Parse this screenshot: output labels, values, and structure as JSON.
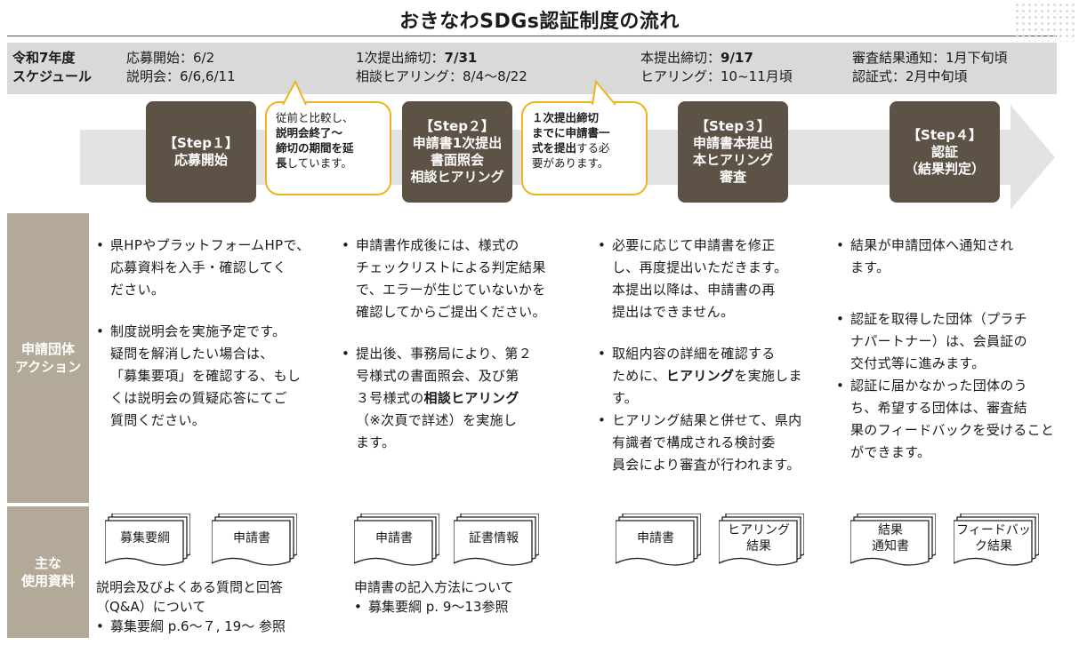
{
  "title": "おきなわSDGs認証制度の流れ",
  "schedule": {
    "label_line1": "令和7年度",
    "label_line2": "スケジュール",
    "col1": {
      "l1_label": "応募開始：",
      "l1_value": "6/2",
      "l2_label": "説明会：",
      "l2_value": "6/6,6/11"
    },
    "col2": {
      "l1_label": "1次提出締切：",
      "l1_value": "7/31",
      "l2_label": "相談ヒアリング：",
      "l2_value": "8/4～8/22"
    },
    "col3": {
      "l1_label": "本提出締切：",
      "l1_value": "9/17",
      "l2_label": "ヒアリング：",
      "l2_value": "10~11月頃"
    },
    "col4": {
      "l1_label": "審査結果通知：",
      "l1_value": "1月下旬頃",
      "l2_label": "認証式：",
      "l2_value": "2月中旬頃"
    }
  },
  "steps": [
    {
      "l1": "【Step１】",
      "l2": "応募開始"
    },
    {
      "l1": "【Step２】",
      "l2": "申請書1次提出",
      "l3": "書面照会",
      "l4": "相談ヒアリング"
    },
    {
      "l1": "【Step３】",
      "l2": "申請書本提出",
      "l3": "本ヒアリング",
      "l4": "審査"
    },
    {
      "l1": "【Step４】",
      "l2": "認証",
      "l3": "（結果判定）"
    }
  ],
  "callouts": [
    {
      "l1": "従前と比較し、",
      "l2": "説明会終了～",
      "l3": "締切の期間を延",
      "l4a": "長",
      "l4b": "しています。"
    },
    {
      "l1": "１次提出締切",
      "l2": "までに申請書一",
      "l3a": "式を提出",
      "l3b": "する必",
      "l4": "要があります。"
    }
  ],
  "band1_label": {
    "l1": "申請団体",
    "l2": "アクション"
  },
  "band2_label": {
    "l1": "主な",
    "l2": "使用資料"
  },
  "actions": {
    "col1": {
      "b1": [
        "県HPやプラットフォームHPで、",
        "応募資料を入手・確認してく",
        "ださい。"
      ],
      "b2": [
        "制度説明会を実施予定です。",
        "疑問を解消したい場合は、",
        "「募集要項」を確認する、もし",
        "くは説明会の質疑応答にてご",
        "質問ください。"
      ]
    },
    "col2": {
      "b1": [
        "申請書作成後には、様式の",
        "チェックリストによる判定結果",
        "で、エラーが生じていないかを",
        "確認してからご提出ください。"
      ],
      "b2": [
        "提出後、事務局により、第２",
        "号様式の書面照会、及び第",
        "３号様式の",
        "相談ヒアリング",
        "（※次頁で詳述）を実施し",
        "ます。"
      ]
    },
    "col3": {
      "b1": [
        "必要に応じて申請書を修正",
        "し、再度提出いただきます。",
        "本提出以降は、申請書の再",
        "提出はできません。"
      ],
      "b2": [
        "取組内容の詳細を確認する",
        "ために、",
        "ヒアリング",
        "を実施しま",
        "す。"
      ],
      "b3": [
        "ヒアリング結果と併せて、県内",
        "有識者で構成される検討委",
        "員会により審査が行われます。"
      ]
    },
    "col4": {
      "b1": [
        "結果が申請団体へ通知され",
        "ます。"
      ],
      "b2": [
        "認証を取得した団体（プラチ",
        "ナパートナー）は、会員証の",
        "交付式等に進みます。"
      ],
      "b3": [
        "認証に届かなかった団体のう",
        "ち、希望する団体は、審査結",
        "果のフィードバックを受けること",
        "ができます。"
      ]
    }
  },
  "materials": {
    "docs": [
      {
        "l1": "募集要綱"
      },
      {
        "l1": "申請書"
      },
      {
        "l1": "申請書"
      },
      {
        "l1": "証書情報"
      },
      {
        "l1": "申請書"
      },
      {
        "l1": "ヒアリング",
        "l2": "結果"
      },
      {
        "l1": "結果",
        "l2": "通知書"
      },
      {
        "l1": "フィードバッ",
        "l2": "ク結果"
      }
    ],
    "note1": {
      "l1": "説明会及びよくある質問と回答",
      "l2": "（Q&A）について",
      "l3": "募集要綱 p.6～７, 19～ 参照"
    },
    "note2": {
      "l1": "申請書の記入方法について",
      "l2": "募集要綱 p. 9～13参照"
    }
  },
  "colors": {
    "step_fill": "#5c5246",
    "band_fill": "#b3a998",
    "schedule_fill": "#d9d9d9",
    "arrow_fill": "#e3e3e3",
    "callout_border": "#f0b21e"
  }
}
